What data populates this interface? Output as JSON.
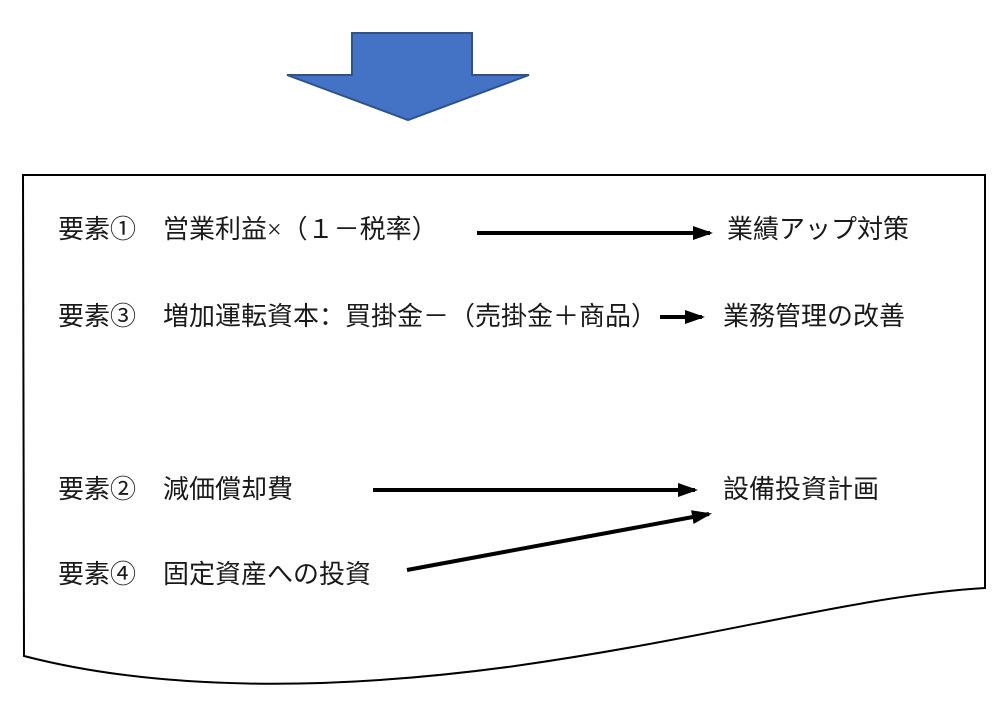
{
  "colors": {
    "page_bg": "#ffffff",
    "big_arrow_fill": "#4472C4",
    "big_arrow_stroke": "#2F528F",
    "line": "#000000",
    "text": "#1a1a1a"
  },
  "diagram": {
    "rows": [
      {
        "element": "要素①",
        "content": "営業利益×（１－税率）",
        "target": "業績アップ対策"
      },
      {
        "element": "要素③",
        "content": "増加運転資本：買掛金－（売掛金＋商品）",
        "target": "業務管理の改善"
      },
      {
        "element": "要素②",
        "content": "減価償却費",
        "target": "設備投資計画"
      },
      {
        "element": "要素④",
        "content": "固定資産への投資"
      }
    ]
  }
}
